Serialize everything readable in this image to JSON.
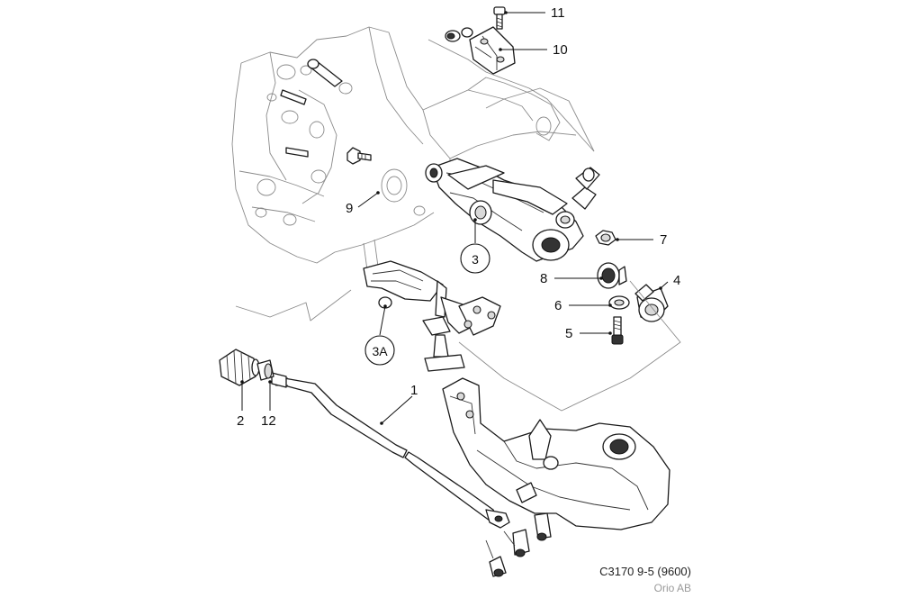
{
  "diagram": {
    "callouts": {
      "c1": "1",
      "c2": "2",
      "c3": "3",
      "c3a": "3A",
      "c4": "4",
      "c5": "5",
      "c6": "6",
      "c7": "7",
      "c8": "8",
      "c9": "9",
      "c10": "10",
      "c11": "11",
      "c12": "12"
    }
  },
  "footer": {
    "code": "C3170 9-5 (9600)",
    "copyright": "Orio AB"
  }
}
